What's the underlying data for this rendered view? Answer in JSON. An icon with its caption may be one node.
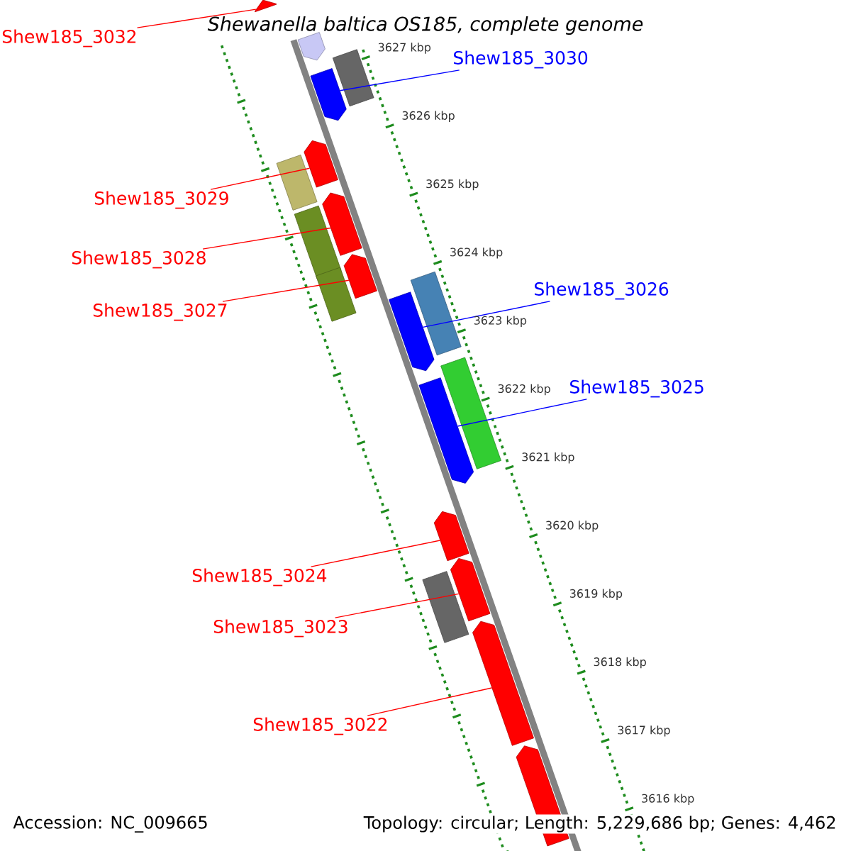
{
  "diagram": {
    "title": "Shewanella baltica OS185, complete genome",
    "nodes": [
      {
        "text": [
          "Shew185_3032"
        ]
      },
      {
        "text": [
          "Shew185_3030"
        ]
      },
      {
        "text": [
          "Shew185_3029"
        ]
      },
      {
        "text": [
          "Shew185_3028"
        ]
      },
      {
        "text": [
          "Shew185_3027"
        ]
      },
      {
        "text": [
          "Shew185_3026"
        ]
      },
      {
        "text": [
          "Shew185_3025"
        ]
      },
      {
        "text": [
          "Shew185_3024"
        ]
      },
      {
        "text": [
          "Shew185_3023"
        ]
      },
      {
        "text": [
          "Shew185_3022"
        ]
      },
      {
        "text": [],
        "shape": "arrow"
      },
      {
        "text": [],
        "shape": "arrow"
      },
      {
        "text": [],
        "shape": "box"
      },
      {
        "text": [],
        "shape": "arrow"
      },
      {
        "text": [],
        "shape": "box"
      },
      {
        "text": [],
        "shape": "arrow"
      },
      {
        "text": [],
        "shape": "box"
      },
      {
        "text": [],
        "shape": "arrow"
      },
      {
        "text": [],
        "shape": "box"
      },
      {
        "text": [],
        "shape": "arrow"
      },
      {
        "text": [],
        "shape": "box"
      },
      {
        "text": [],
        "shape": "arrow"
      },
      {
        "text": [],
        "shape": "box"
      },
      {
        "text": [],
        "shape": "arrow"
      },
      {
        "text": [],
        "shape": "arrow"
      },
      {
        "text": [],
        "shape": "box"
      },
      {
        "text": [],
        "shape": "arrow"
      },
      {
        "text": [],
        "shape": "arrow"
      },
      {
        "text": [],
        "shape": "arrow"
      }
    ],
    "edges": [
      {
        "from": 0,
        "to": 10,
        "arrow": "none"
      },
      {
        "from": 1,
        "to": 13,
        "arrow": "none",
        "color": "#0000ff"
      },
      {
        "from": 2,
        "to": 15,
        "arrow": "none"
      },
      {
        "from": 3,
        "to": 17,
        "arrow": "none"
      },
      {
        "from": 4,
        "to": 19,
        "arrow": "none"
      },
      {
        "from": 5,
        "to": 21,
        "arrow": "none",
        "color": "#0000ff"
      },
      {
        "from": 6,
        "to": 23,
        "arrow": "none",
        "color": "#0000ff"
      },
      {
        "from": 7,
        "to": 24,
        "arrow": "none"
      },
      {
        "from": 8,
        "to": 26,
        "arrow": "none"
      },
      {
        "from": 9,
        "to": 27,
        "arrow": "none"
      }
    ],
    "labels": [
      "3627 kbp",
      "3626 kbp",
      "3625 kbp",
      "3624 kbp",
      "3623 kbp",
      "3622 kbp",
      "3621 kbp",
      "3620 kbp",
      "3619 kbp",
      "3618 kbp",
      "3617 kbp",
      "3616 kbp",
      "Accession: NC_009665",
      "Topology: circular; Length: 5,229,686 bp; Genes: 4,462"
    ]
  }
}
